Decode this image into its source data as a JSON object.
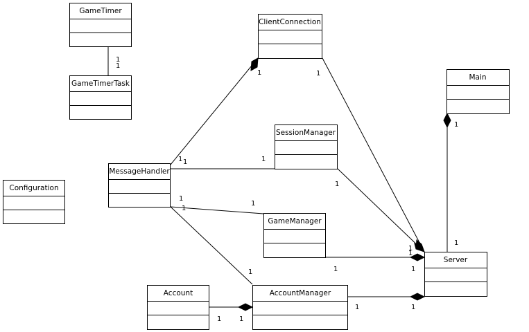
{
  "classes": {
    "gametimer": "GameTimer",
    "gametimertask": "GameTimerTask",
    "clientconnection": "ClientConnection",
    "main": "Main",
    "sessionmanager": "SessionManager",
    "messagehandler": "MessageHandler",
    "configuration": "Configuration",
    "gamemanager": "GameManager",
    "server": "Server",
    "account": "Account",
    "accountmanager": "AccountManager"
  },
  "multiplicity": {
    "gt_task_a": "1",
    "gt_task_b": "1",
    "cc_msg_top": "1",
    "cc_server_top": "1",
    "main_server_top": "1",
    "main_server_bottom": "1",
    "msg_cc": "1",
    "msg_session_left": "1",
    "msg_session_left2": "1",
    "session_msg": "1",
    "session_server": "1",
    "msg_game_left": "1",
    "msg_game_left2": "1",
    "game_msg": "1",
    "server_cc": "1",
    "server_session": "1",
    "game_server_left": "1",
    "server_game": "1",
    "msg_accmgr": "1",
    "server_accmgr": "1",
    "accmgr_server": "1",
    "account_left": "1",
    "accmgr_account": "1"
  }
}
